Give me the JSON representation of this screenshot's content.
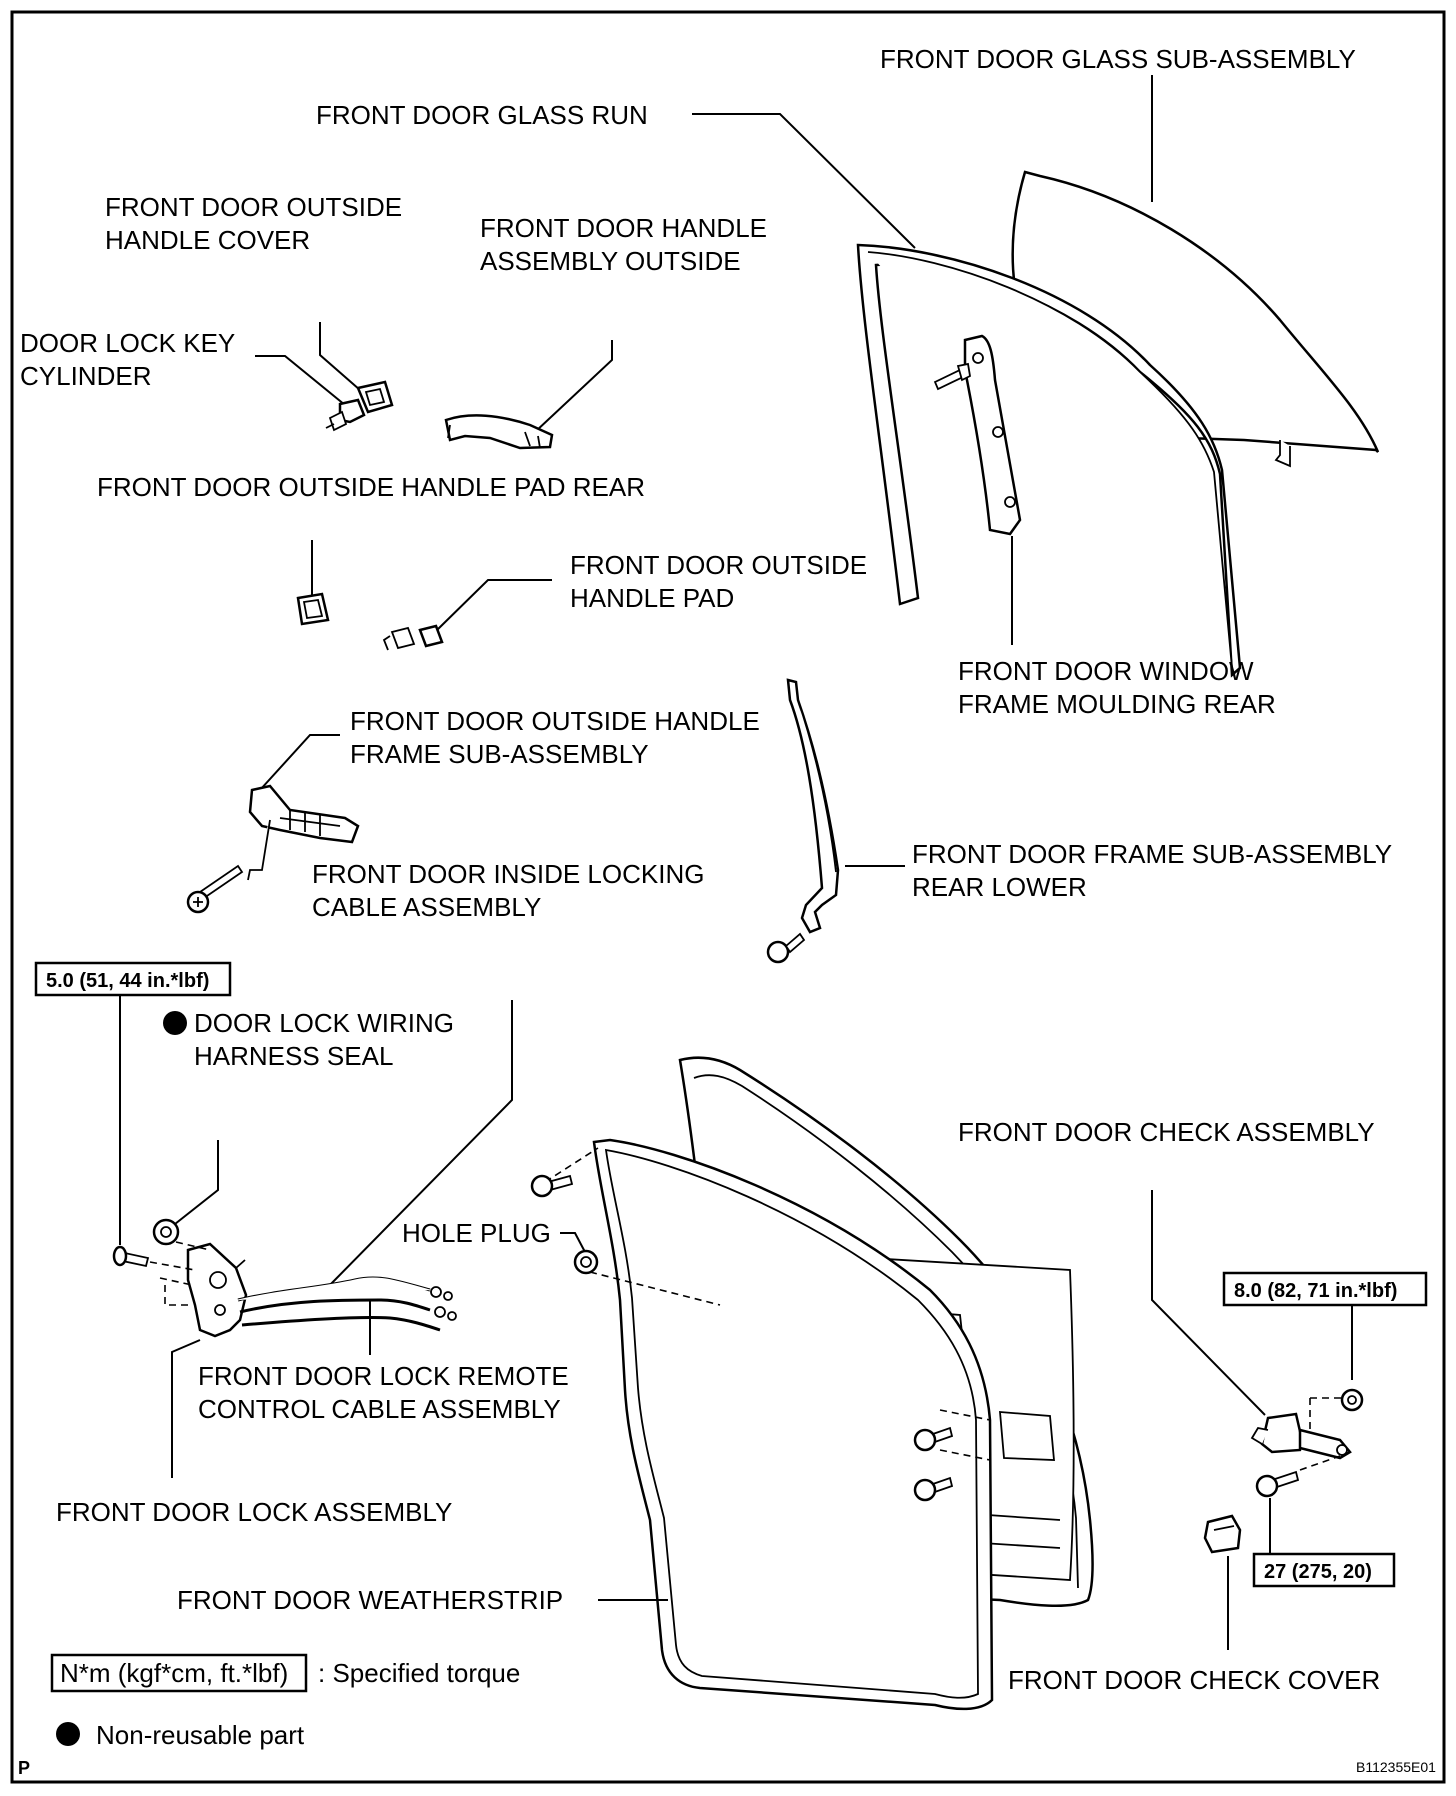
{
  "labels": {
    "glass_sub_assembly": "FRONT DOOR GLASS SUB-ASSEMBLY",
    "glass_run": "FRONT DOOR GLASS RUN",
    "outside_handle_cover_1": "FRONT DOOR OUTSIDE",
    "outside_handle_cover_2": "HANDLE COVER",
    "handle_assembly_outside_1": "FRONT DOOR HANDLE",
    "handle_assembly_outside_2": "ASSEMBLY OUTSIDE",
    "key_cylinder_1": "DOOR LOCK KEY",
    "key_cylinder_2": "CYLINDER",
    "handle_pad_rear": "FRONT DOOR OUTSIDE HANDLE PAD REAR",
    "handle_pad_1": "FRONT DOOR OUTSIDE",
    "handle_pad_2": "HANDLE PAD",
    "window_frame_moulding_1": "FRONT DOOR WINDOW",
    "window_frame_moulding_2": "FRAME MOULDING REAR",
    "handle_frame_1": "FRONT DOOR OUTSIDE HANDLE",
    "handle_frame_2": "FRAME SUB-ASSEMBLY",
    "frame_rear_lower_1": "FRONT DOOR FRAME SUB-ASSEMBLY",
    "frame_rear_lower_2": "REAR LOWER",
    "inside_locking_cable_1": "FRONT DOOR INSIDE LOCKING",
    "inside_locking_cable_2": "CABLE ASSEMBLY",
    "wiring_seal_1": "DOOR LOCK WIRING",
    "wiring_seal_2": "HARNESS SEAL",
    "check_assembly": "FRONT DOOR CHECK ASSEMBLY",
    "hole_plug": "HOLE PLUG",
    "remote_cable_1": "FRONT DOOR LOCK REMOTE",
    "remote_cable_2": "CONTROL CABLE ASSEMBLY",
    "lock_assembly": "FRONT DOOR LOCK ASSEMBLY",
    "weatherstrip": "FRONT DOOR WEATHERSTRIP",
    "check_cover": "FRONT DOOR CHECK COVER"
  },
  "torques": {
    "lock_screw": "5.0 (51, 44 in.*lbf)",
    "check_nut": "8.0 (82, 71 in.*lbf)",
    "check_bolt": "27 (275, 20)"
  },
  "legend": {
    "torque_box": "N*m (kgf*cm, ft.*lbf)",
    "torque_text": ": Specified torque",
    "nonreusable_text": "Non-reusable part"
  },
  "corner_mark": "P",
  "figure_code": "B112355E01"
}
